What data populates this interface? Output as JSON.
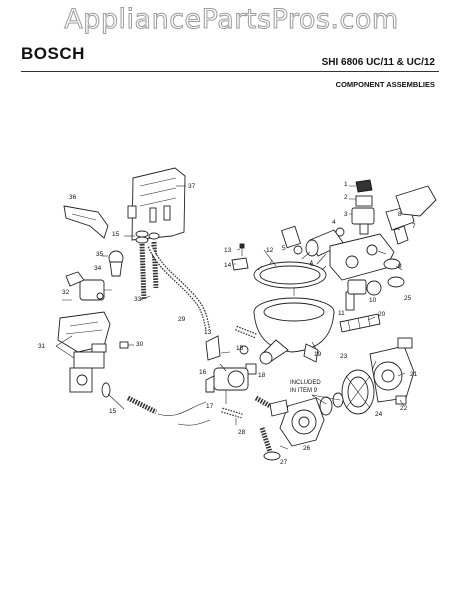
{
  "header": {
    "watermark": "AppliancePartsPros.com",
    "brand": "BOSCH",
    "model": "SHI 6806 UC/11 & UC/12",
    "subtitle": "COMPONENT ASSEMBLIES"
  },
  "labels": {
    "l1": "1",
    "l2": "2",
    "l3": "3",
    "l4": "4",
    "l5": "5",
    "l6": "6",
    "l7": "7",
    "l8": "8",
    "l9": "9",
    "l10": "10",
    "l11": "11",
    "l12": "12",
    "l13a": "13",
    "l13b": "13",
    "l14": "14",
    "l15a": "15",
    "l15b": "15",
    "l15c": "15",
    "l16": "16",
    "l17": "17",
    "l18": "18",
    "l19": "19",
    "l20": "20",
    "l21": "21",
    "l22": "22",
    "l23": "23",
    "l24": "24",
    "l25": "25",
    "l26": "26",
    "l27": "27",
    "l28": "28",
    "l29": "29",
    "l30": "30",
    "l31": "31",
    "l32": "32",
    "l33": "33",
    "l34": "34",
    "l35": "35",
    "l36": "36",
    "l37": "37"
  },
  "note": {
    "line1": "INCLUDED",
    "line2": "IN ITEM 9"
  }
}
